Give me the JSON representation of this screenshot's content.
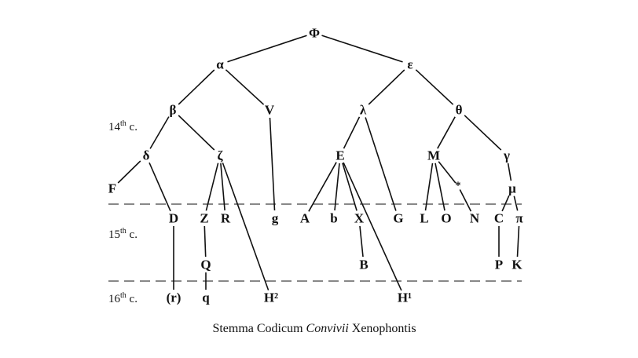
{
  "nodes": [
    {
      "id": "Phi",
      "label": "Φ"
    },
    {
      "id": "alpha",
      "label": "α"
    },
    {
      "id": "epsilon",
      "label": "ε"
    },
    {
      "id": "beta",
      "label": "β"
    },
    {
      "id": "V",
      "label": "V"
    },
    {
      "id": "lambda",
      "label": "λ"
    },
    {
      "id": "theta",
      "label": "θ"
    },
    {
      "id": "delta",
      "label": "δ"
    },
    {
      "id": "zeta",
      "label": "ζ"
    },
    {
      "id": "E",
      "label": "E"
    },
    {
      "id": "M",
      "label": "M"
    },
    {
      "id": "gamma",
      "label": "γ"
    },
    {
      "id": "F",
      "label": "F"
    },
    {
      "id": "star",
      "label": "*"
    },
    {
      "id": "mu",
      "label": "μ"
    },
    {
      "id": "D",
      "label": "D"
    },
    {
      "id": "Z",
      "label": "Z"
    },
    {
      "id": "R",
      "label": "R"
    },
    {
      "id": "g",
      "label": "g"
    },
    {
      "id": "A",
      "label": "A"
    },
    {
      "id": "b",
      "label": "b"
    },
    {
      "id": "X",
      "label": "X"
    },
    {
      "id": "G",
      "label": "G"
    },
    {
      "id": "L",
      "label": "L"
    },
    {
      "id": "O",
      "label": "O"
    },
    {
      "id": "N",
      "label": "N"
    },
    {
      "id": "C",
      "label": "C"
    },
    {
      "id": "pi",
      "label": "π"
    },
    {
      "id": "Q",
      "label": "Q"
    },
    {
      "id": "B",
      "label": "B"
    },
    {
      "id": "P",
      "label": "P"
    },
    {
      "id": "K",
      "label": "K"
    },
    {
      "id": "r",
      "label": "(r)"
    },
    {
      "id": "q",
      "label": "q"
    },
    {
      "id": "H2",
      "label": "H²"
    },
    {
      "id": "H1",
      "label": "H¹"
    }
  ],
  "edges": [
    [
      "Phi",
      "alpha"
    ],
    [
      "Phi",
      "epsilon"
    ],
    [
      "alpha",
      "beta"
    ],
    [
      "alpha",
      "V"
    ],
    [
      "epsilon",
      "lambda"
    ],
    [
      "epsilon",
      "theta"
    ],
    [
      "beta",
      "delta"
    ],
    [
      "beta",
      "zeta"
    ],
    [
      "V",
      "g"
    ],
    [
      "lambda",
      "E"
    ],
    [
      "lambda",
      "G"
    ],
    [
      "theta",
      "M"
    ],
    [
      "theta",
      "gamma"
    ],
    [
      "delta",
      "F"
    ],
    [
      "delta",
      "D"
    ],
    [
      "zeta",
      "Z"
    ],
    [
      "zeta",
      "R"
    ],
    [
      "zeta",
      "H2"
    ],
    [
      "E",
      "A"
    ],
    [
      "E",
      "b"
    ],
    [
      "E",
      "X"
    ],
    [
      "E",
      "H1"
    ],
    [
      "M",
      "L"
    ],
    [
      "M",
      "O"
    ],
    [
      "M",
      "star"
    ],
    [
      "star",
      "N"
    ],
    [
      "gamma",
      "mu"
    ],
    [
      "mu",
      "C"
    ],
    [
      "mu",
      "pi"
    ],
    [
      "D",
      "r"
    ],
    [
      "Z",
      "Q"
    ],
    [
      "Q",
      "q"
    ],
    [
      "X",
      "B"
    ],
    [
      "C",
      "P"
    ],
    [
      "pi",
      "K"
    ]
  ],
  "centuries": [
    {
      "num": "14",
      "sup": "th",
      "suffix": " c."
    },
    {
      "num": "15",
      "sup": "th",
      "suffix": " c."
    },
    {
      "num": "16",
      "sup": "th",
      "suffix": " c."
    }
  ],
  "caption": {
    "before": "Stemma Codicum ",
    "italic": "Convivii",
    "after": " Xenophontis"
  }
}
